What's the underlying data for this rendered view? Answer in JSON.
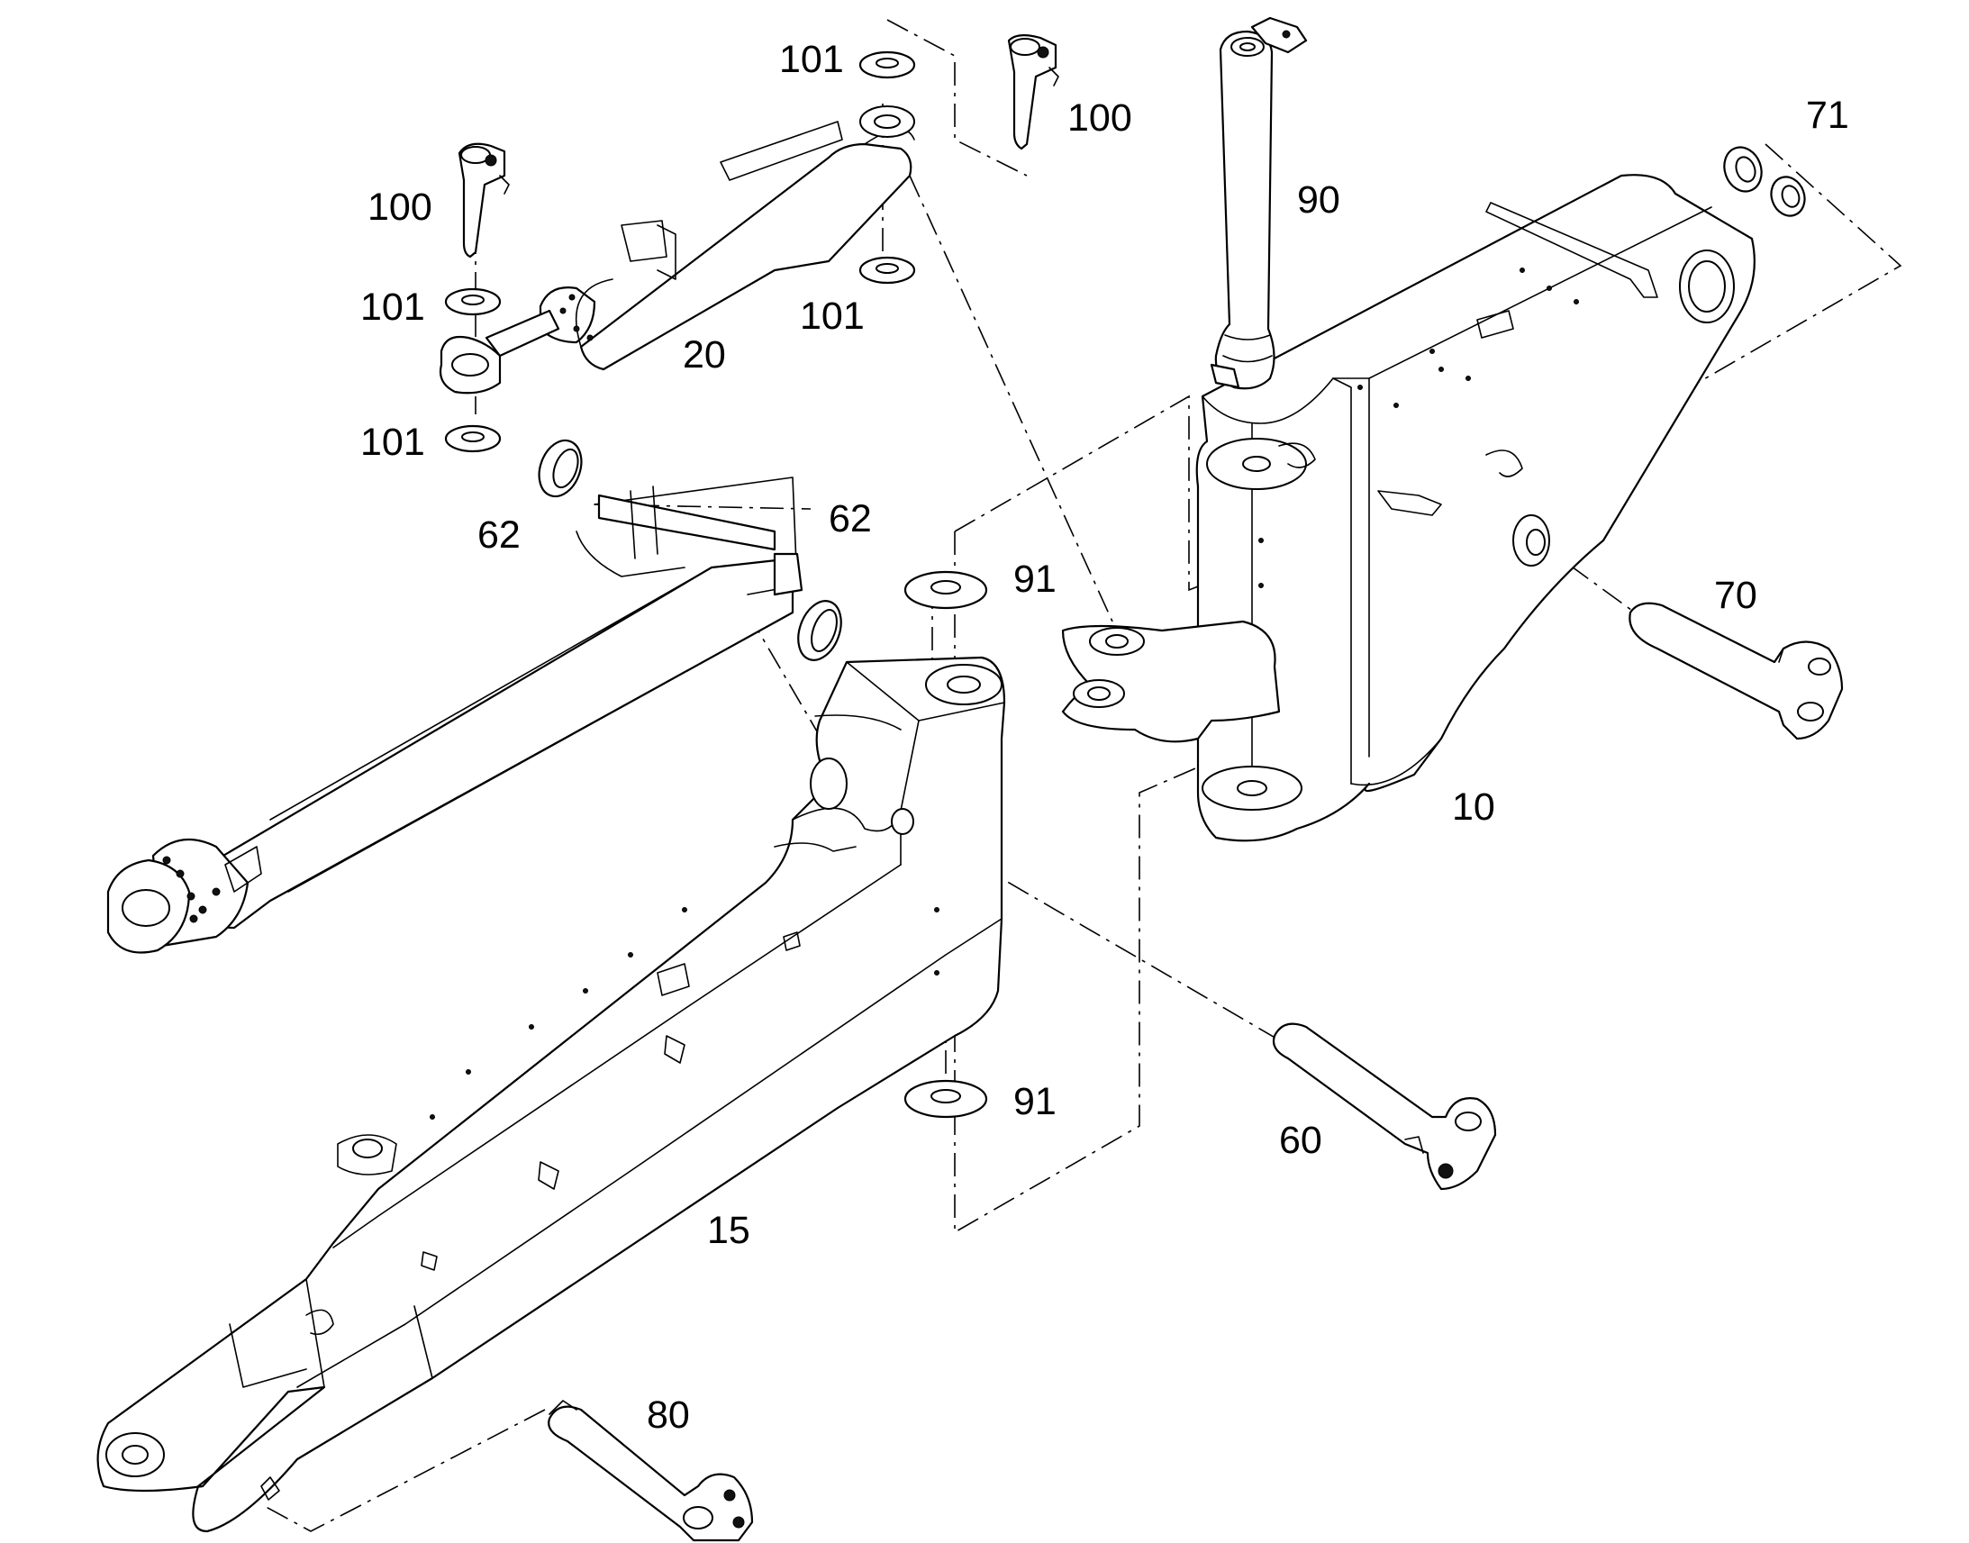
{
  "callouts": {
    "c100a": "100",
    "c100b": "100",
    "c101a": "101",
    "c101b": "101",
    "c101c": "101",
    "c101d": "101",
    "c20": "20",
    "c90": "90",
    "c71": "71",
    "c62a": "62",
    "c62b": "62",
    "c91a": "91",
    "c91b": "91",
    "c70": "70",
    "c10": "10",
    "c60": "60",
    "c15": "15",
    "c80": "80"
  }
}
